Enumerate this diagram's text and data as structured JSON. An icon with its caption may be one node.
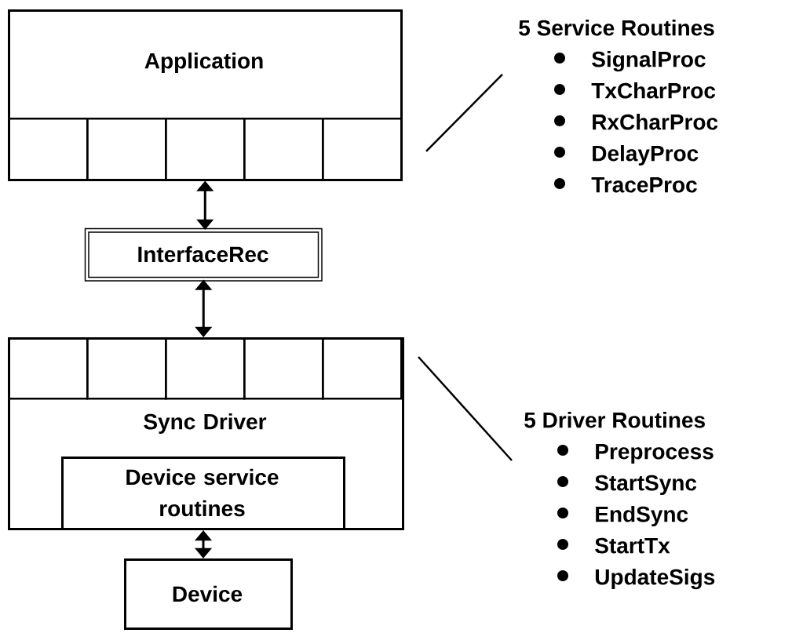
{
  "diagram": {
    "nodes": [
      {
        "text": [
          "Application"
        ]
      },
      {
        "text": [],
        "shape": "box",
        "in": 0
      },
      {
        "text": [],
        "shape": "box",
        "in": 0
      },
      {
        "text": [],
        "shape": "box",
        "in": 0
      },
      {
        "text": [],
        "shape": "box",
        "in": 0
      },
      {
        "text": [],
        "shape": "box",
        "in": 0
      },
      {
        "text": [
          "InterfaceRec"
        ]
      },
      {
        "text": [
          "Sync Driver"
        ]
      },
      {
        "text": [],
        "shape": "box",
        "in": 7
      },
      {
        "text": [],
        "shape": "box",
        "in": 7
      },
      {
        "text": [],
        "shape": "box",
        "in": 7
      },
      {
        "text": [],
        "shape": "box",
        "in": 7
      },
      {
        "text": [],
        "shape": "box",
        "in": 7
      },
      {
        "text": [
          "Device service routines"
        ],
        "in": 7
      },
      {
        "text": [
          "Device"
        ]
      },
      {
        "text": [
          "5 Service Routines",
          "SignalProc",
          "TxCharProc",
          "RxCharProc",
          "DelayProc",
          "TraceProc"
        ]
      },
      {
        "text": [
          "5 Driver Routines",
          "Preprocess",
          "StartSync",
          "EndSync",
          "StartTx",
          "UpdateSigs"
        ]
      }
    ],
    "edges": [
      {
        "from": 3,
        "to": 6,
        "arrow": "both"
      },
      {
        "from": 6,
        "to": 10,
        "arrow": "both"
      },
      {
        "from": 13,
        "to": 14,
        "arrow": "both"
      },
      {
        "from": 15,
        "to": 0,
        "arrow": "none"
      },
      {
        "from": 16,
        "to": 7,
        "arrow": "none"
      }
    ]
  }
}
